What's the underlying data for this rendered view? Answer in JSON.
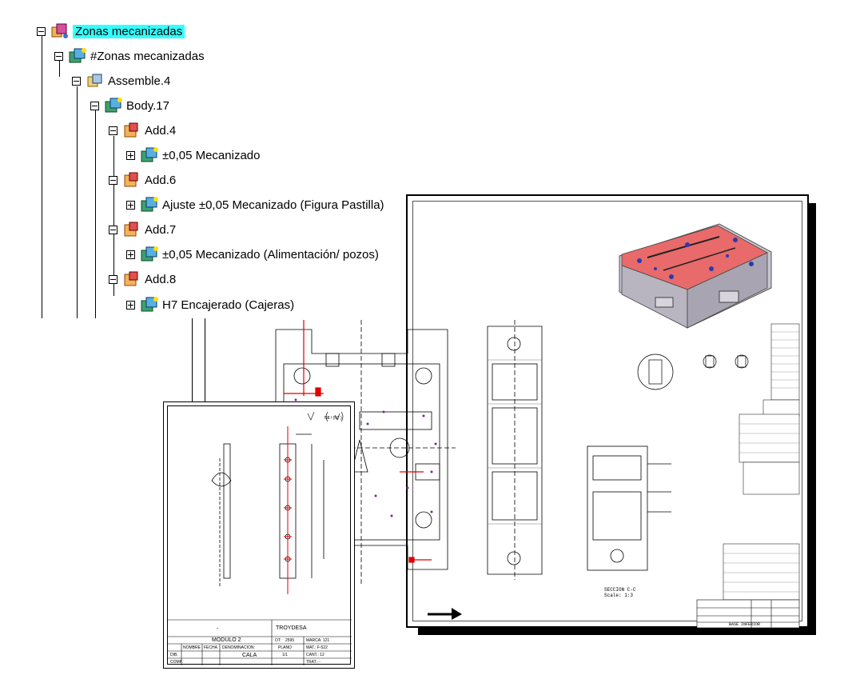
{
  "tree": {
    "nodes": [
      {
        "label": "Zonas mecanizadas",
        "selected": true
      },
      {
        "label": "#Zonas mecanizadas"
      },
      {
        "label": "Assemble.4"
      },
      {
        "label": "Body.17"
      },
      {
        "label": "Add.4"
      },
      {
        "label": "±0,05 Mecanizado"
      },
      {
        "label": "Add.6"
      },
      {
        "label": "Ajuste ±0,05 Mecanizado (Figura Pastilla)"
      },
      {
        "label": "Add.7"
      },
      {
        "label": "±0,05 Mecanizado (Alimentación/ pozos)"
      },
      {
        "label": "Add.8"
      },
      {
        "label": "H7 Encajerado (Cajeras)"
      }
    ]
  },
  "main_drawing": {
    "section_label": "SECCION C-C",
    "section_scale": "Scale: 1:3",
    "title_block_name": "BASE INFERIOR"
  },
  "small_drawing": {
    "company": "TROYDESA",
    "part_title": "MODULO 2",
    "part_name": "CALA",
    "ot_label": "OT:",
    "ot_value": "2595",
    "marca": "MARCA: 121",
    "mat": "MAT.: F-522",
    "cant": "CANT.: 12",
    "trat": "TRAT.: -",
    "plano_label": "PLANO",
    "plano_value": "1/1",
    "nombre_label": "NOMBRE",
    "fecha_label": "FECHA",
    "denominacion_label": "DENOMINACION:",
    "dib_label": "DIB.",
    "comp_label": "COMP.",
    "dash": "-",
    "tolerance_note": "N8 / (N7 )"
  },
  "colors": {
    "selection": "#33ffff",
    "model_pink": "#e86a6a",
    "model_gray": "#c9c6cf",
    "red_dim": "#e00000",
    "purple_marks": "#7a2a8a"
  }
}
